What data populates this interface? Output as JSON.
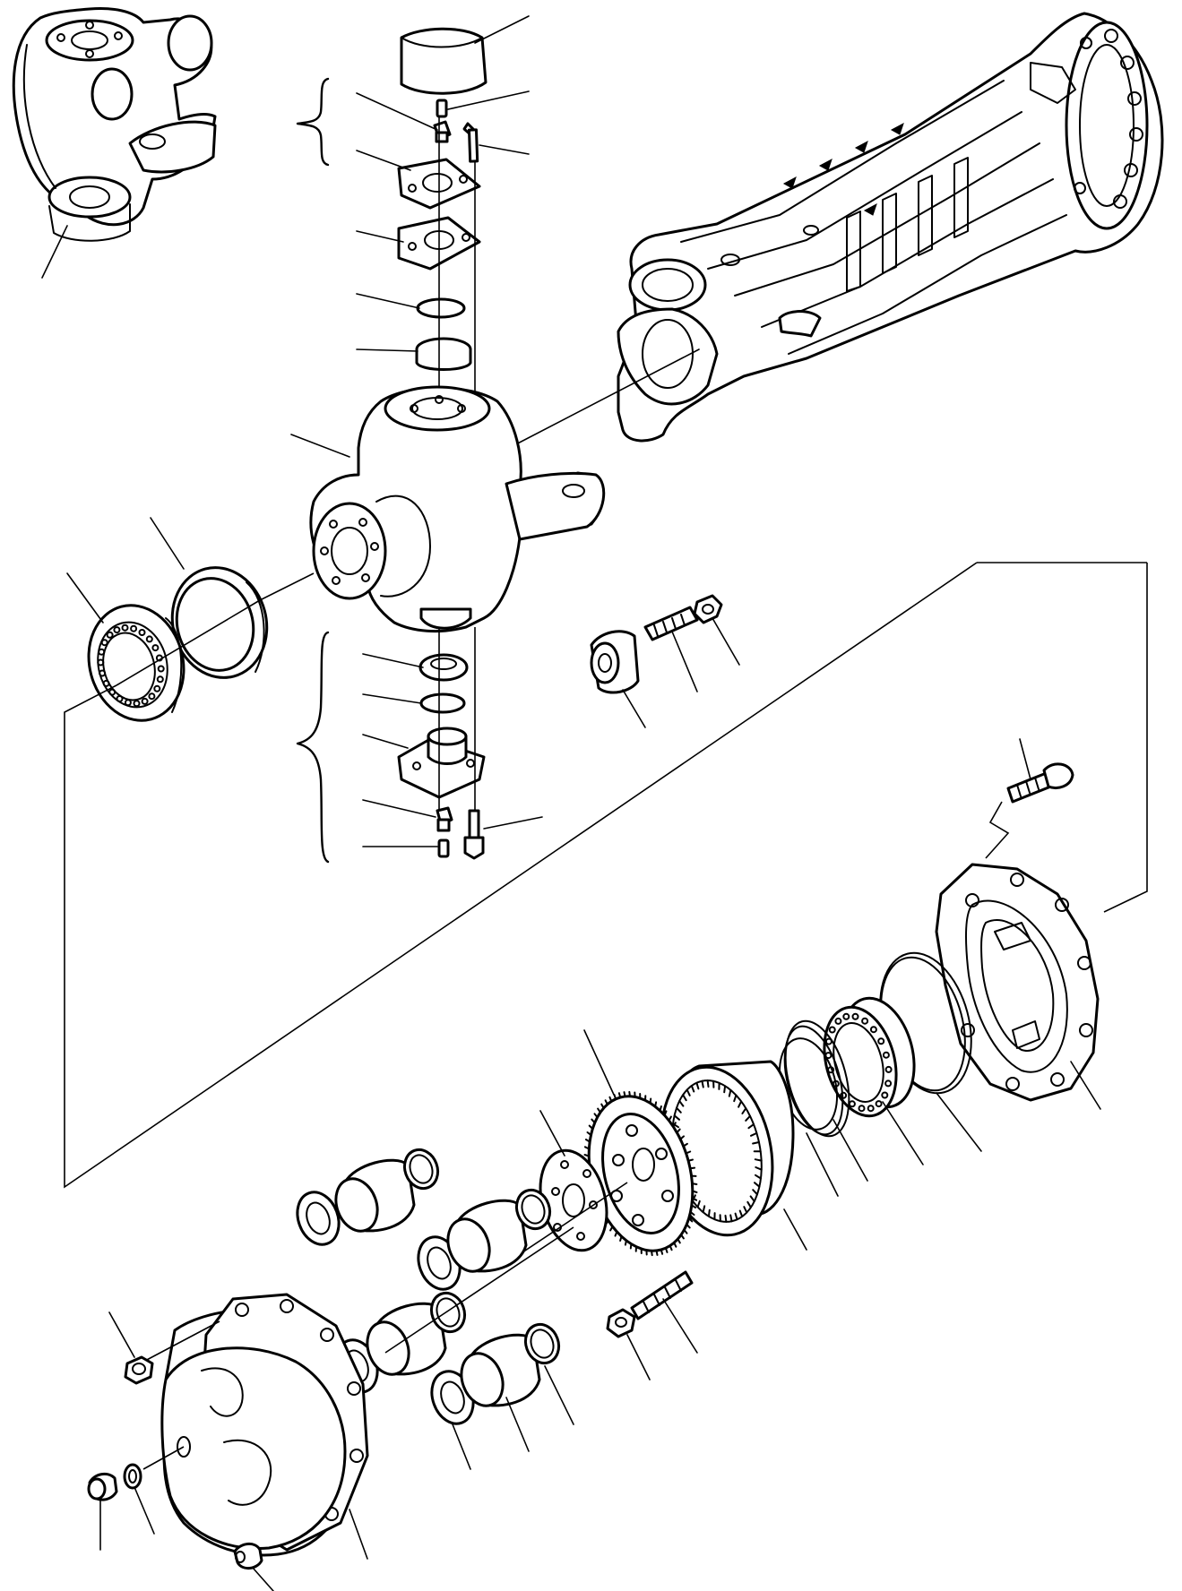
{
  "diagram": {
    "type": "exploded-parts-drawing",
    "parts": [
      "knuckle-detail",
      "axle-housing",
      "steering-knuckle",
      "cap",
      "upper-pin-set",
      "lower-pin-set",
      "stop-bolt-set",
      "hub-carrier",
      "wheel-bearings",
      "oil-seal",
      "ring-gear",
      "ring-gear-hub",
      "planet-gears",
      "planet-carrier-cover",
      "drain-plug"
    ],
    "label_text_visible": false
  }
}
